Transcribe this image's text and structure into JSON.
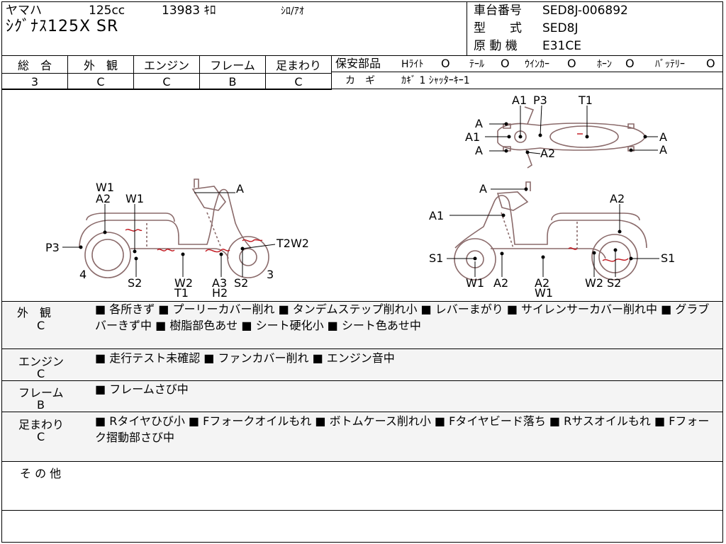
{
  "header": {
    "maker": "ヤマハ",
    "displacement": "125cc",
    "mileage": "13983 ｷﾛ",
    "color": "ｼﾛ/ｱｵ",
    "model_name": "ｼｸﾞﾅｽ125X SR",
    "frame_no_label": "車台番号",
    "frame_no_value": "SED8J-006892",
    "type_label": "型　　式",
    "type_value": "SED8J",
    "engine_label": "原 動 機",
    "engine_value": "E31CE"
  },
  "ratings": {
    "headers": [
      "総　合",
      "外　観",
      "エンジン",
      "フレーム",
      "足まわり"
    ],
    "values": [
      "3",
      "C",
      "C",
      "B",
      "C"
    ]
  },
  "safety": {
    "label": "保安部品",
    "items": [
      {
        "name": "Hﾗｲﾄ",
        "mark": "O"
      },
      {
        "name": "ﾃｰﾙ",
        "mark": "O"
      },
      {
        "name": "ｳｲﾝｶｰ",
        "mark": "O"
      },
      {
        "name": "ﾎｰﾝ",
        "mark": "O"
      },
      {
        "name": "ﾊﾞｯﾃﾘｰ",
        "mark": "O"
      }
    ],
    "key_label": "カ　ギ",
    "key_value": "ｶｷﾞ 1 ｼｬｯﾀｰｷｰ1"
  },
  "diagram": {
    "top_view": {
      "labels": [
        "A1",
        "P3",
        "T1",
        "A",
        "A1",
        "A",
        "A2",
        "A",
        "A"
      ]
    },
    "left_view": {
      "labels": [
        "W1",
        "A2",
        "W1",
        "A",
        "P3",
        "T2W2",
        "4",
        "3",
        "S2",
        "W2",
        "T1",
        "A3",
        "H2",
        "S2"
      ]
    },
    "right_view": {
      "labels": [
        "A",
        "A2",
        "A1",
        "S1",
        "S1",
        "W1",
        "A2",
        "A2",
        "W1",
        "W2",
        "S2"
      ]
    }
  },
  "sections": [
    {
      "label": "外　観",
      "grade": "C",
      "text": "■ 各所きず ■ プーリーカバー削れ ■ タンデムステップ削れ小 ■ レバーまがり ■ サイレンサーカバー削れ中 ■ グラブバーきず中 ■ 樹脂部色あせ ■ シート硬化小 ■ シート色あせ中"
    },
    {
      "label": "エンジン",
      "grade": "C",
      "text": "■ 走行テスト未確認 ■ ファンカバー削れ ■ エンジン音中"
    },
    {
      "label": "フレーム",
      "grade": "B",
      "text": "■ フレームさび中"
    },
    {
      "label": "足まわり",
      "grade": "C",
      "text": "■ Rタイヤひび小 ■ Fフォークオイルもれ ■ ボトムケース削れ小 ■ Fタイヤビード落ち ■ Rサスオイルもれ ■ Fフォーク摺動部さび中"
    },
    {
      "label": "そ の 他",
      "grade": "",
      "text": ""
    }
  ],
  "colors": {
    "damage_mark": "#c0141c",
    "line": "#000000",
    "diagram_line": "#8a6a6a"
  }
}
